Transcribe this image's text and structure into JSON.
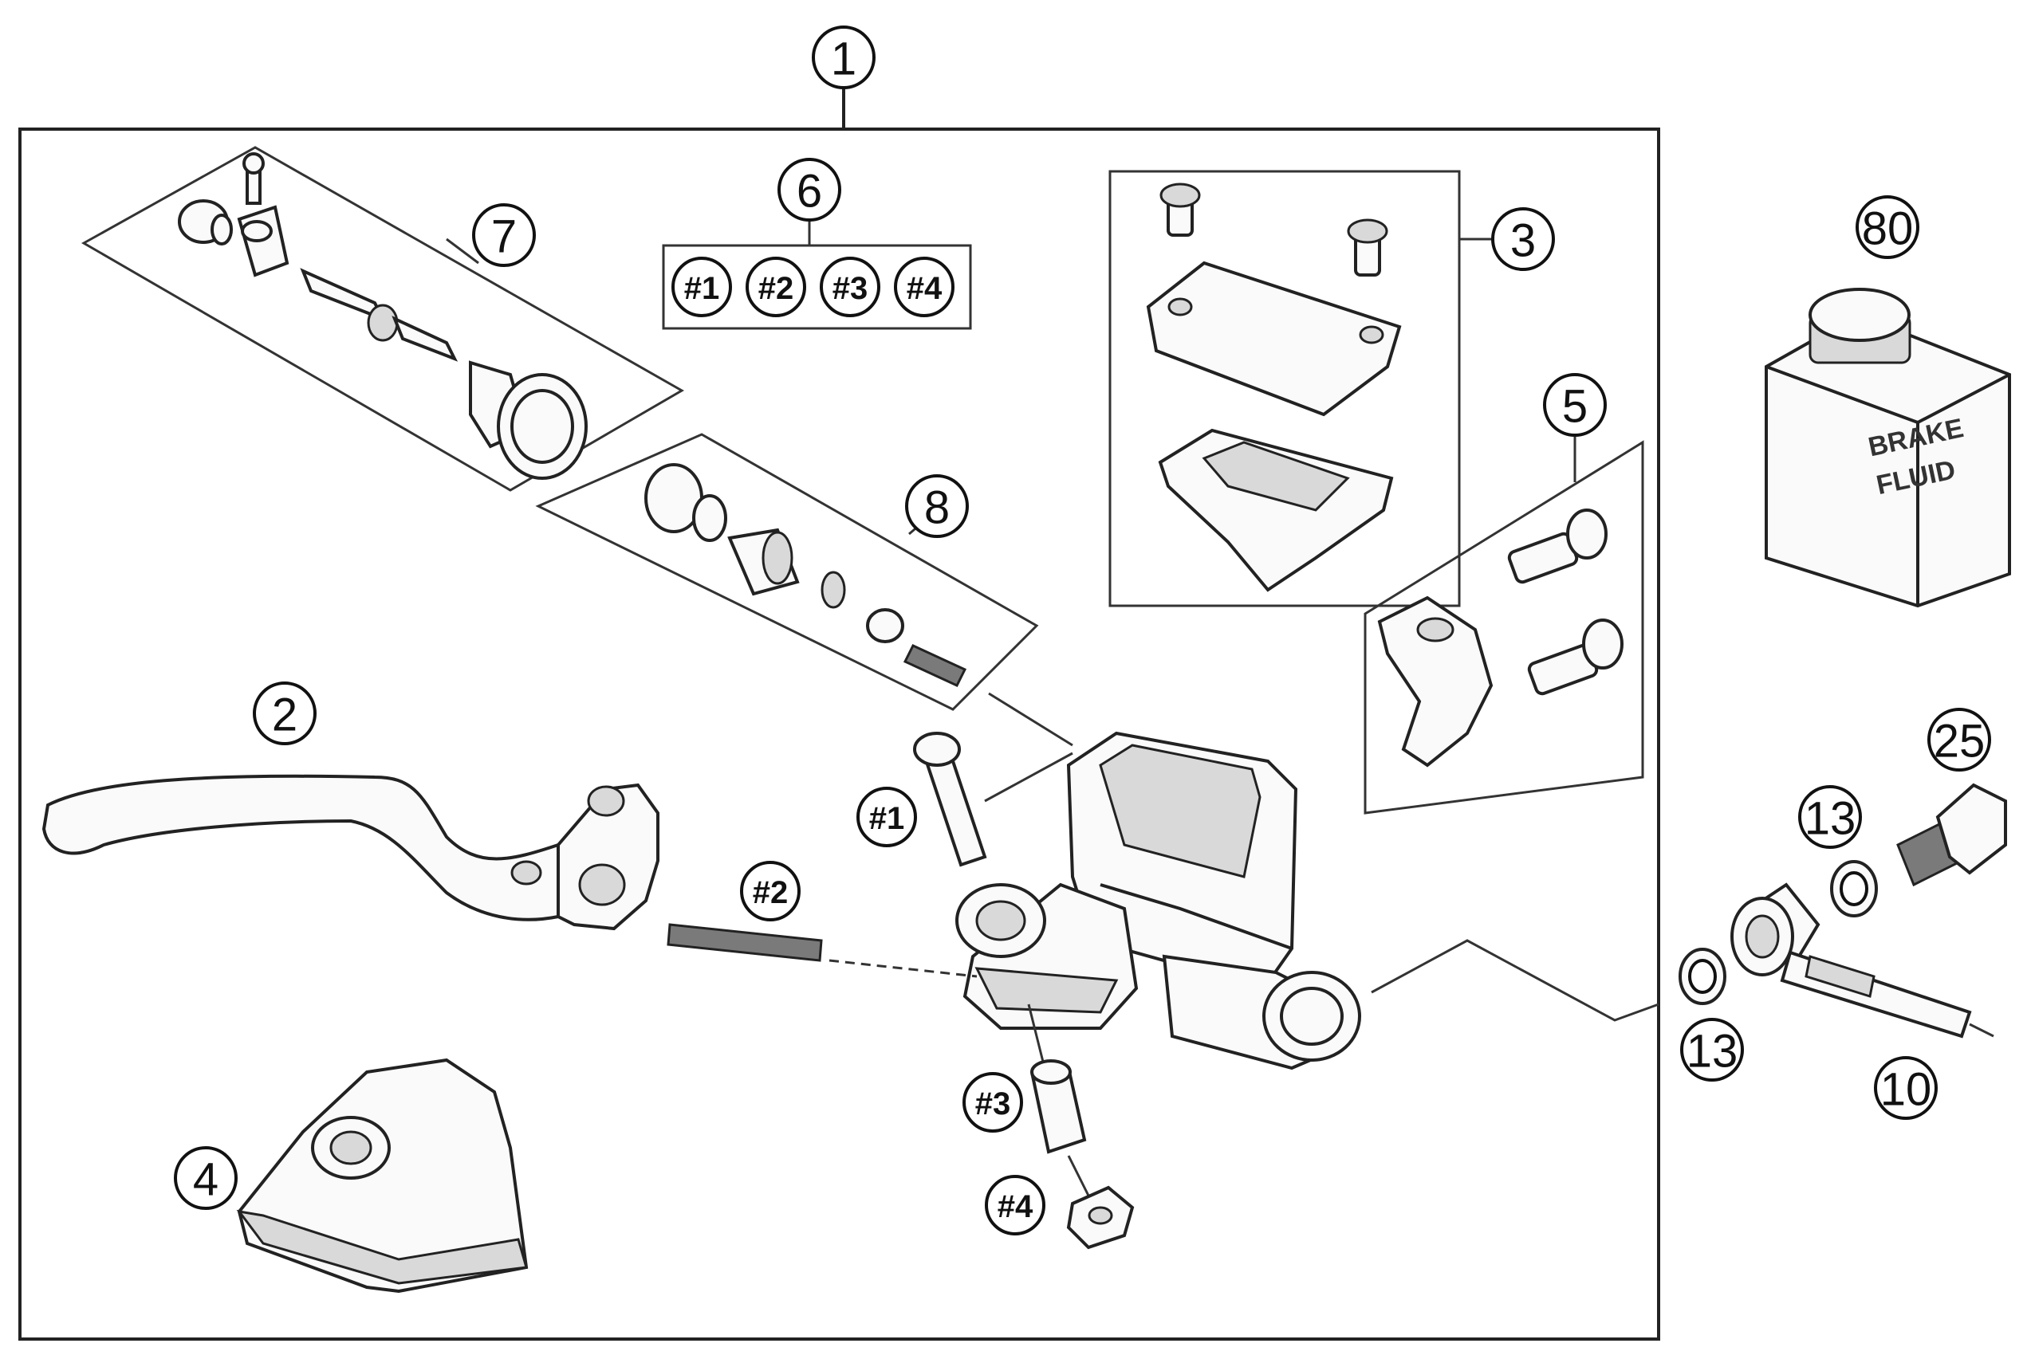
{
  "callouts": {
    "c1": "1",
    "c2": "2",
    "c3": "3",
    "c4": "4",
    "c5": "5",
    "c6": "6",
    "c7": "7",
    "c8": "8",
    "c10": "10",
    "c13a": "13",
    "c13b": "13",
    "c25": "25",
    "c80": "80"
  },
  "kit_items": [
    "#1",
    "#2",
    "#3",
    "#4"
  ],
  "hash_labels": {
    "h1": "#1",
    "h2": "#2",
    "h3": "#3",
    "h4": "#4"
  },
  "bottle_label": {
    "line1": "BRAKE",
    "line2": "FLUID"
  }
}
